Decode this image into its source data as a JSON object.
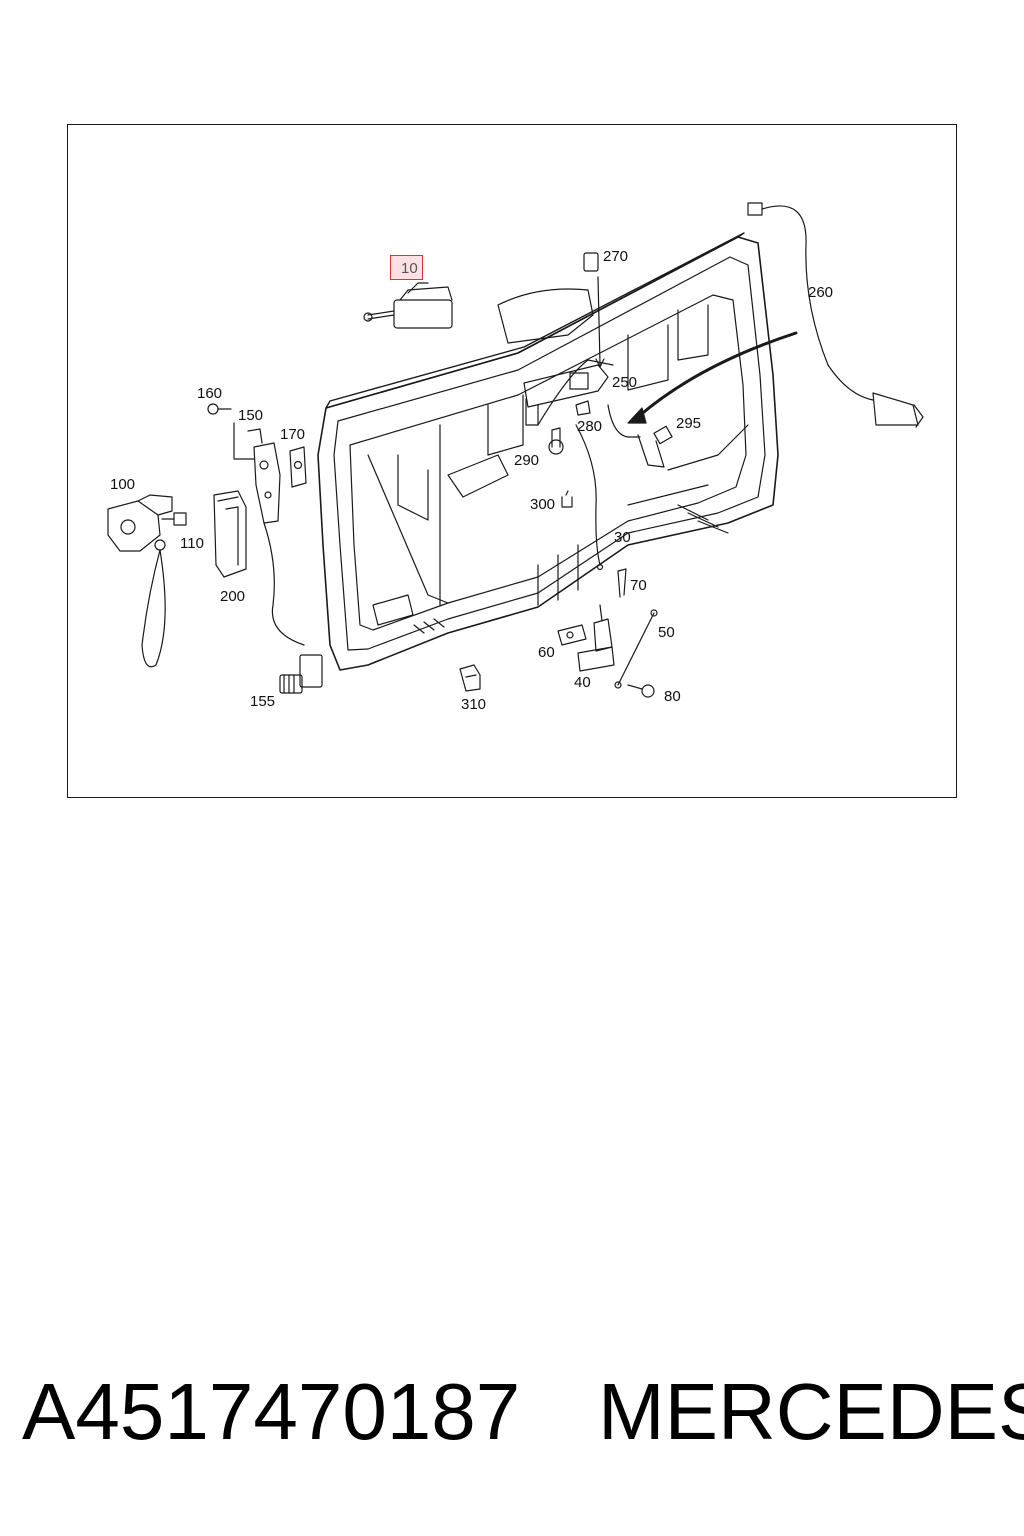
{
  "callouts": [
    {
      "id": "10",
      "label": "10",
      "highlighted": true
    },
    {
      "id": "270",
      "label": "270"
    },
    {
      "id": "260",
      "label": "260"
    },
    {
      "id": "250",
      "label": "250"
    },
    {
      "id": "160",
      "label": "160"
    },
    {
      "id": "150",
      "label": "150"
    },
    {
      "id": "170",
      "label": "170"
    },
    {
      "id": "295",
      "label": "295"
    },
    {
      "id": "280",
      "label": "280"
    },
    {
      "id": "290",
      "label": "290"
    },
    {
      "id": "100",
      "label": "100"
    },
    {
      "id": "300",
      "label": "300"
    },
    {
      "id": "110",
      "label": "110"
    },
    {
      "id": "30",
      "label": "30"
    },
    {
      "id": "200",
      "label": "200"
    },
    {
      "id": "70",
      "label": "70"
    },
    {
      "id": "50",
      "label": "50"
    },
    {
      "id": "60",
      "label": "60"
    },
    {
      "id": "40",
      "label": "40"
    },
    {
      "id": "80",
      "label": "80"
    },
    {
      "id": "155",
      "label": "155"
    },
    {
      "id": "310",
      "label": "310"
    }
  ],
  "caption": {
    "part_number": "A4517470187",
    "brand": "MERCEDES"
  },
  "colors": {
    "line": "#1a1a1a",
    "highlight_border": "#e03040",
    "highlight_fill": "#fbe1e4"
  }
}
